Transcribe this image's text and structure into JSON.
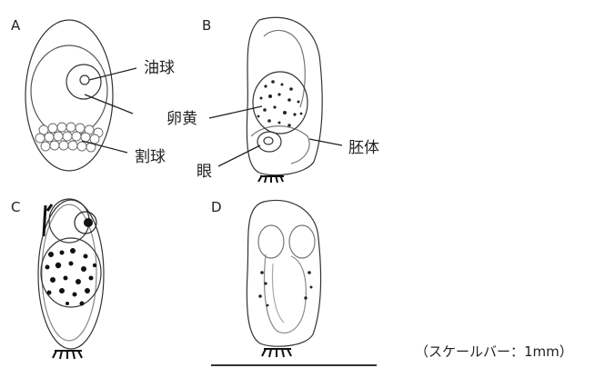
{
  "panels": [
    "A",
    "B",
    "C",
    "D"
  ],
  "labels": {
    "oil_globule": "油球",
    "yolk": "卵黄",
    "blastomere": "割球",
    "embryo": "胚体",
    "eye": "眼"
  },
  "caption": "（スケールバー：1mm）"
}
